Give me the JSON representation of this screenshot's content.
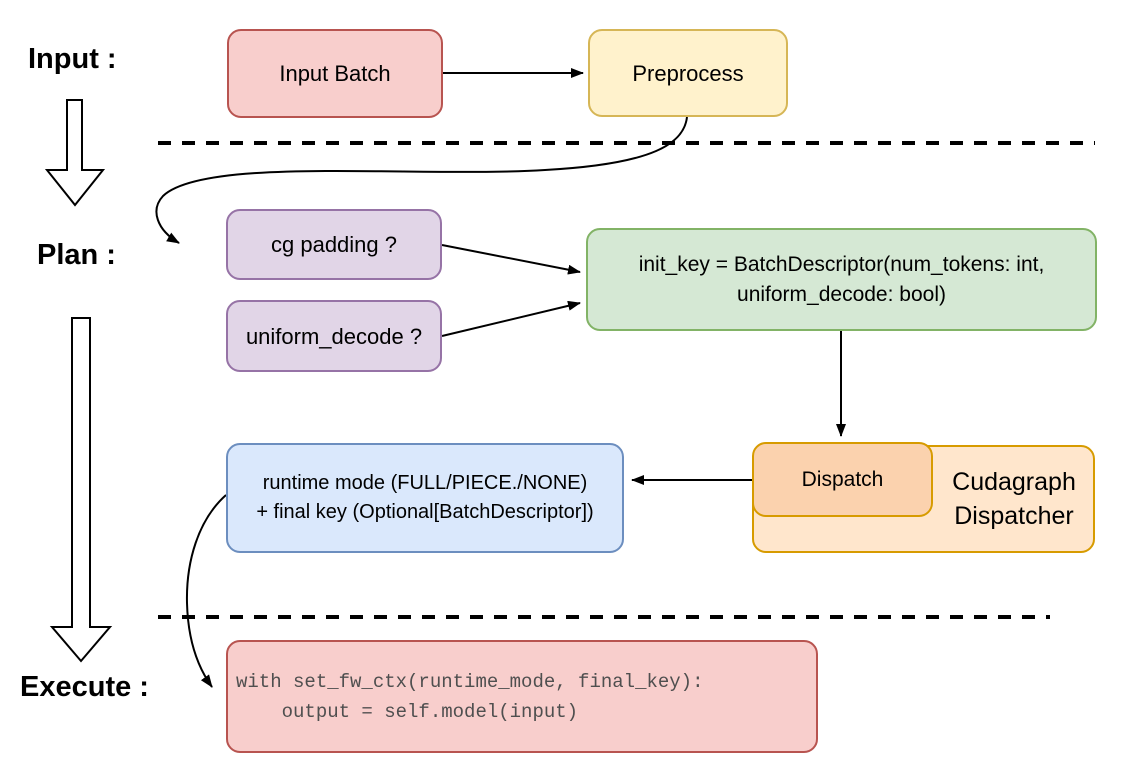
{
  "diagram": {
    "stage_labels": {
      "input": "Input :",
      "plan": "Plan :",
      "execute": "Execute :"
    },
    "nodes": {
      "input_batch": "Input Batch",
      "preprocess": "Preprocess",
      "cg_padding": "cg padding ?",
      "uniform_decode": "uniform_decode ?",
      "init_key_line1": "init_key = BatchDescriptor(num_tokens: int,",
      "init_key_line2": "uniform_decode: bool)",
      "runtime_mode_line1": "runtime mode (FULL/PIECE./NONE)",
      "runtime_mode_line2": "+ final key (Optional[BatchDescriptor])",
      "dispatch": "Dispatch",
      "cudagraph_line1": "Cudagraph",
      "cudagraph_line2": "Dispatcher",
      "code_line1": "with set_fw_ctx(runtime_mode, final_key):",
      "code_line2": "    output = self.model(input)"
    },
    "colors": {
      "input_batch_fill": "#f8cecc",
      "input_batch_stroke": "#b85450",
      "preprocess_fill": "#fff2cc",
      "preprocess_stroke": "#d6b656",
      "plan_fill": "#e1d5e7",
      "plan_stroke": "#9673a6",
      "init_key_fill": "#d5e8d4",
      "init_key_stroke": "#82b366",
      "runtime_fill": "#dae8fc",
      "runtime_stroke": "#6c8ebf",
      "dispatcher_outer_fill": "#ffe6cc",
      "dispatcher_inner_fill": "#fbd2ae",
      "dispatcher_stroke": "#d79b00",
      "code_fill": "#f8cecc",
      "code_stroke": "#b85450",
      "code_text": "#4f4f4f",
      "line": "#000000"
    }
  }
}
